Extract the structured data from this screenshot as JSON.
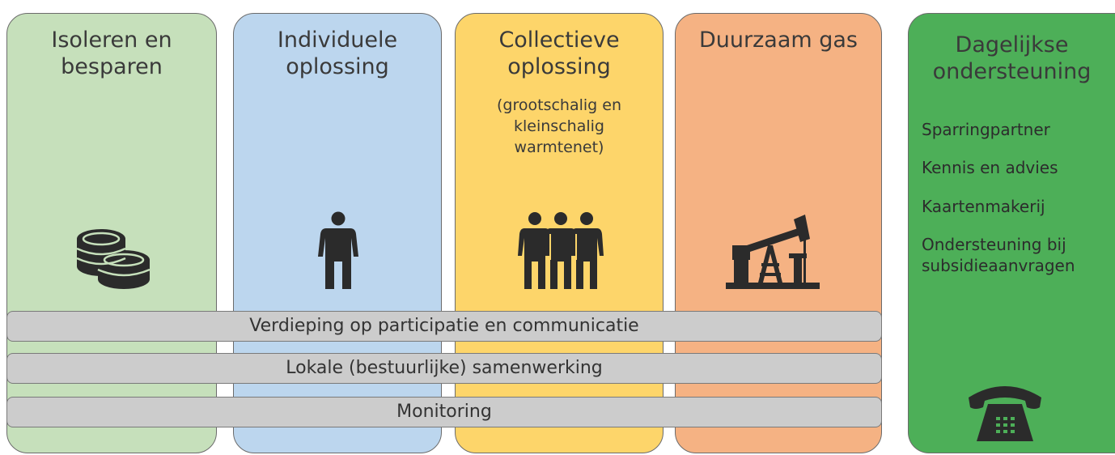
{
  "columns": [
    {
      "title": "Isoleren en\nbesparen",
      "color": "#c6e0bb",
      "icon": "coins-icon"
    },
    {
      "title": "Individuele\noplossing",
      "color": "#bcd6ee",
      "icon": "person-icon"
    },
    {
      "title": "Collectieve\noplossing",
      "subtitle": "(grootschalig en\nkleinschalig\nwarmtenet)",
      "color": "#fdd56a",
      "icon": "group-icon"
    },
    {
      "title": "Duurzaam gas",
      "color": "#f5b283",
      "icon": "pumpjack-icon"
    }
  ],
  "bars": [
    {
      "label": "Verdieping op participatie en communicatie"
    },
    {
      "label": "Lokale (bestuurlijke) samenwerking"
    },
    {
      "label": "Monitoring"
    }
  ],
  "support": {
    "title": "Dagelijkse\nondersteuning",
    "color": "#4daf58",
    "icon": "telephone-icon",
    "items": [
      "Sparringpartner",
      "Kennis en advies",
      "Kaartenmakerij",
      "Ondersteuning bij\nsubsidieaanvragen"
    ]
  }
}
